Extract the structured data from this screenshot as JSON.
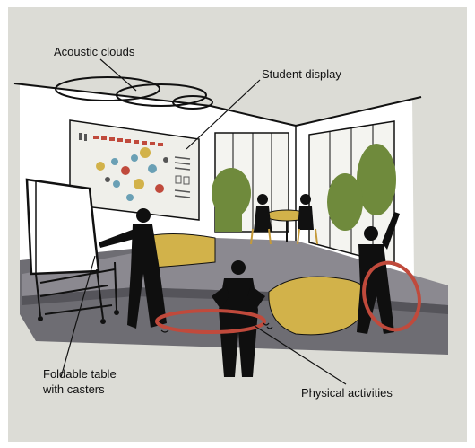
{
  "labels": {
    "acoustic_clouds": "Acoustic clouds",
    "student_display": "Student display",
    "foldable_table_line1": "Foldable table",
    "foldable_table_line2": "with casters",
    "physical_activities": "Physical activities"
  },
  "colors": {
    "background": "#dcdcd6",
    "floor": "#6e6d73",
    "platform": "#8b8990",
    "wall": "#ffffff",
    "mustard": "#d2b24a",
    "foliage": "#6f8a3c",
    "hoop": "#c04a3c",
    "figure": "#0f0f0f"
  }
}
